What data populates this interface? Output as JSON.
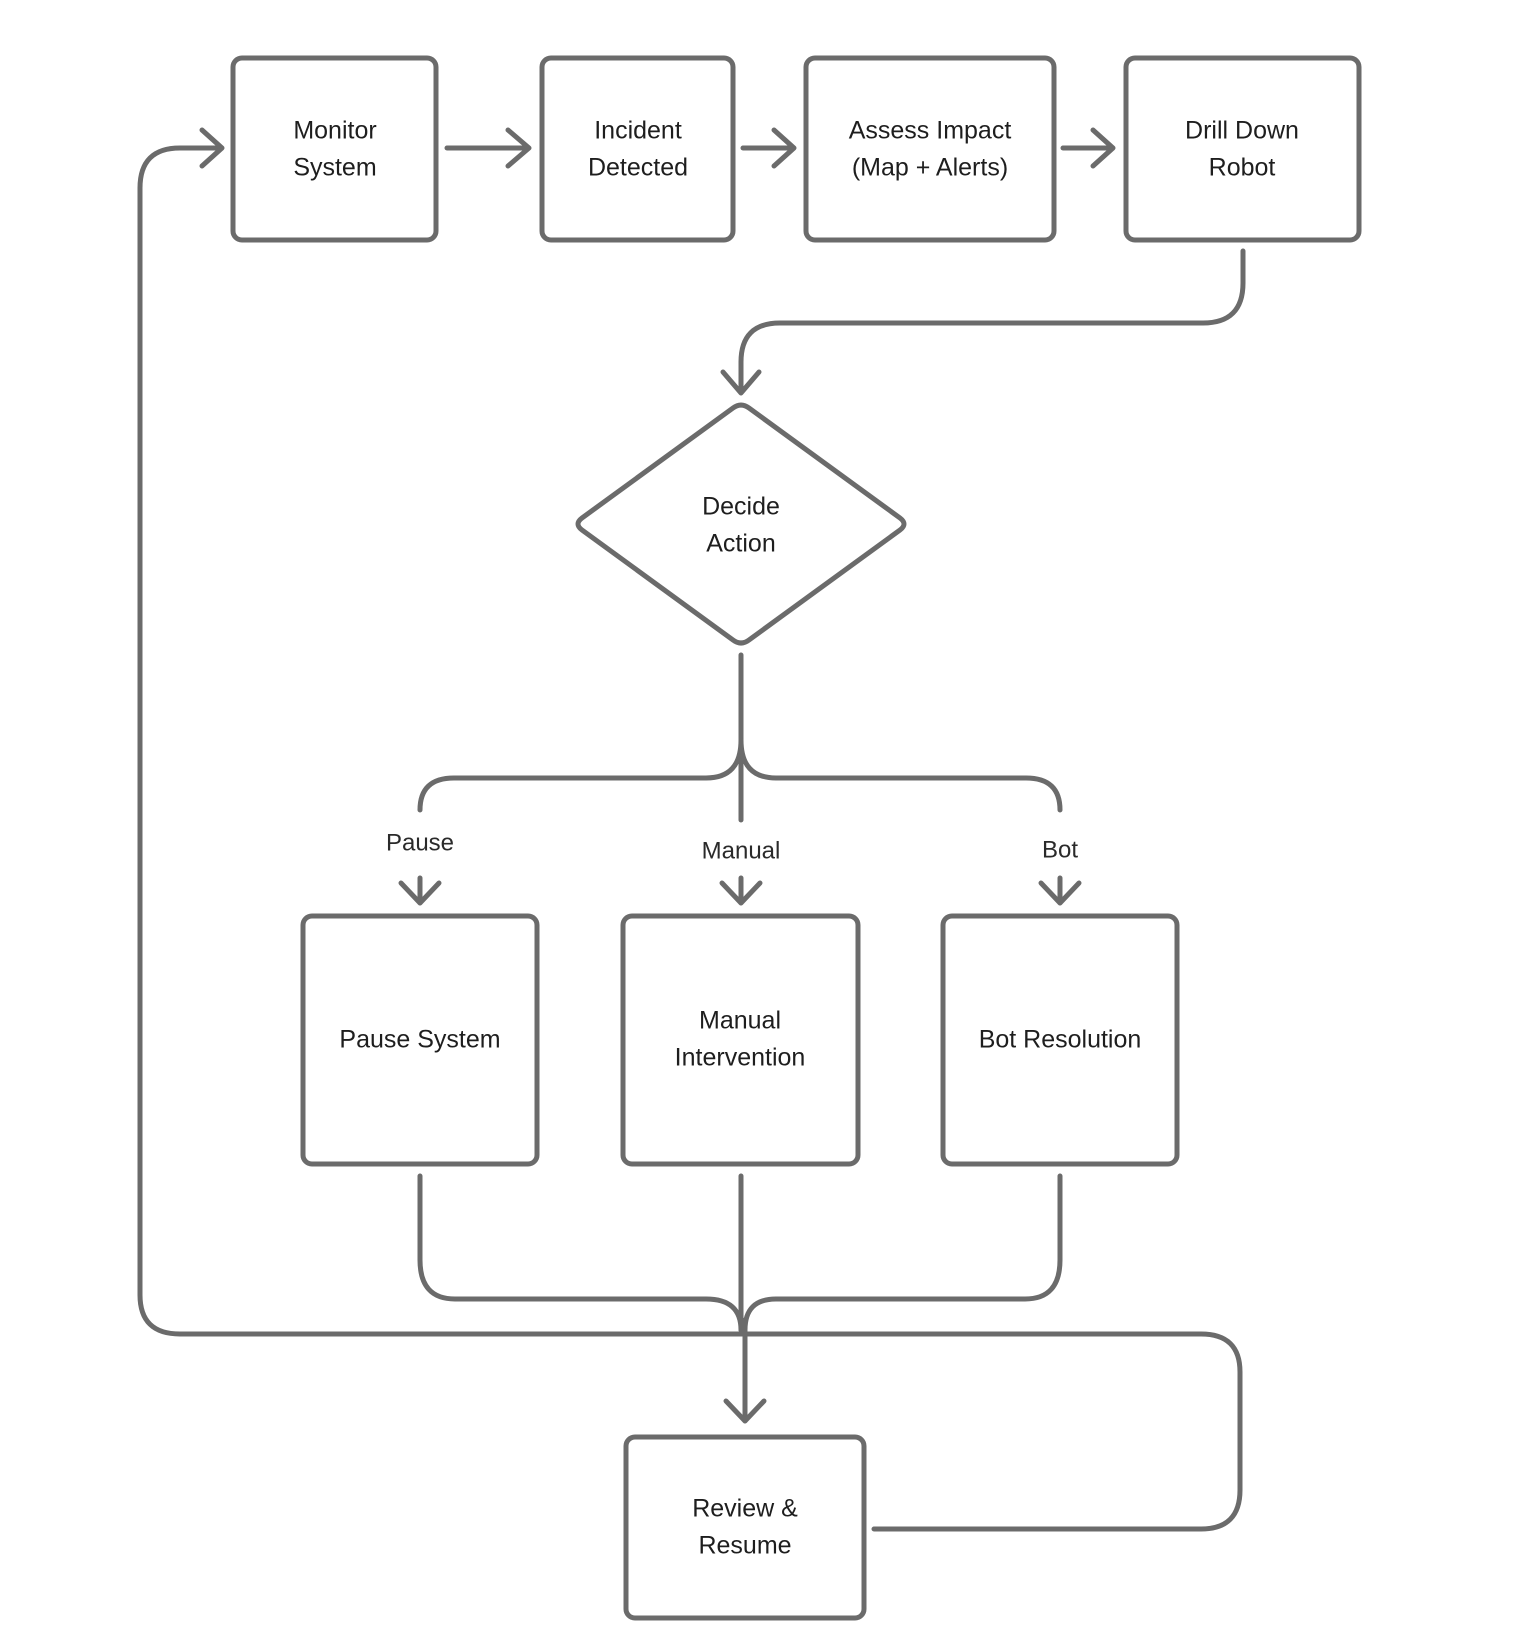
{
  "nodes": {
    "monitor": {
      "line1": "Monitor",
      "line2": "System"
    },
    "incident": {
      "line1": "Incident",
      "line2": "Detected"
    },
    "assess": {
      "line1": "Assess Impact",
      "line2": "(Map + Alerts)"
    },
    "drill": {
      "line1": "Drill Down",
      "line2": "Robot"
    },
    "decide": {
      "line1": "Decide",
      "line2": "Action"
    },
    "pause": {
      "line1": "Pause System"
    },
    "manual": {
      "line1": "Manual",
      "line2": "Intervention"
    },
    "bot": {
      "line1": "Bot Resolution"
    },
    "review": {
      "line1": "Review &",
      "line2": "Resume"
    }
  },
  "edge_labels": {
    "pause": "Pause",
    "manual": "Manual",
    "bot": "Bot"
  },
  "colors": {
    "stroke": "#6b6b6b",
    "text": "#1e1e1e",
    "background": "#ffffff"
  }
}
